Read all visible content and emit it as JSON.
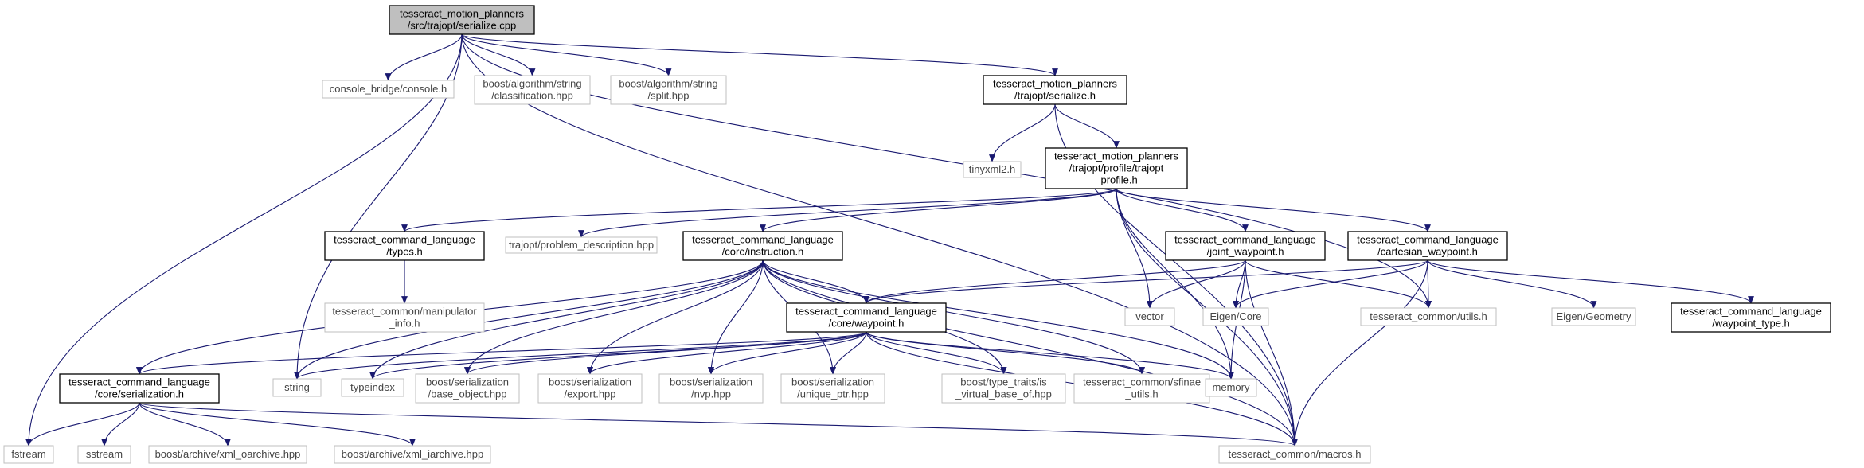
{
  "nodes": {
    "root": [
      "tesseract_motion_planners",
      "/src/trajopt/serialize.cpp"
    ],
    "console": [
      "console_bridge/console.h"
    ],
    "classification": [
      "boost/algorithm/string",
      "/classification.hpp"
    ],
    "split": [
      "boost/algorithm/string",
      "/split.hpp"
    ],
    "serialize_h": [
      "tesseract_motion_planners",
      "/trajopt/serialize.h"
    ],
    "tinyxml": [
      "tinyxml2.h"
    ],
    "trajopt_profile": [
      "tesseract_motion_planners",
      "/trajopt/profile/trajopt",
      "_profile.h"
    ],
    "types": [
      "tesseract_command_language",
      "/types.h"
    ],
    "problem_desc": [
      "trajopt/problem_description.hpp"
    ],
    "instruction": [
      "tesseract_command_language",
      "/core/instruction.h"
    ],
    "joint_wp": [
      "tesseract_command_language",
      "/joint_waypoint.h"
    ],
    "cartesian_wp": [
      "tesseract_command_language",
      "/cartesian_waypoint.h"
    ],
    "manip_info": [
      "tesseract_common/manipulator",
      "_info.h"
    ],
    "waypoint": [
      "tesseract_command_language",
      "/core/waypoint.h"
    ],
    "vector": [
      "vector"
    ],
    "eigen_core": [
      "Eigen/Core"
    ],
    "utils": [
      "tesseract_common/utils.h"
    ],
    "eigen_geom": [
      "Eigen/Geometry"
    ],
    "wp_type": [
      "tesseract_command_language",
      "/waypoint_type.h"
    ],
    "serialization": [
      "tesseract_command_language",
      "/core/serialization.h"
    ],
    "string": [
      "string"
    ],
    "typeindex": [
      "typeindex"
    ],
    "base_object": [
      "boost/serialization",
      "/base_object.hpp"
    ],
    "export": [
      "boost/serialization",
      "/export.hpp"
    ],
    "nvp": [
      "boost/serialization",
      "/nvp.hpp"
    ],
    "unique_ptr": [
      "boost/serialization",
      "/unique_ptr.hpp"
    ],
    "is_virtual": [
      "boost/type_traits/is",
      "_virtual_base_of.hpp"
    ],
    "sfinae": [
      "tesseract_common/sfinae",
      "_utils.h"
    ],
    "memory": [
      "memory"
    ],
    "fstream": [
      "fstream"
    ],
    "sstream": [
      "sstream"
    ],
    "xml_oarchive": [
      "boost/archive/xml_oarchive.hpp"
    ],
    "xml_iarchive": [
      "boost/archive/xml_iarchive.hpp"
    ],
    "macros": [
      "tesseract_common/macros.h"
    ]
  },
  "colors": {
    "edge": "#191970",
    "box_strong": "#000000",
    "box_weak": "#bfbfbf",
    "root_fill": "#bfbfbf"
  }
}
